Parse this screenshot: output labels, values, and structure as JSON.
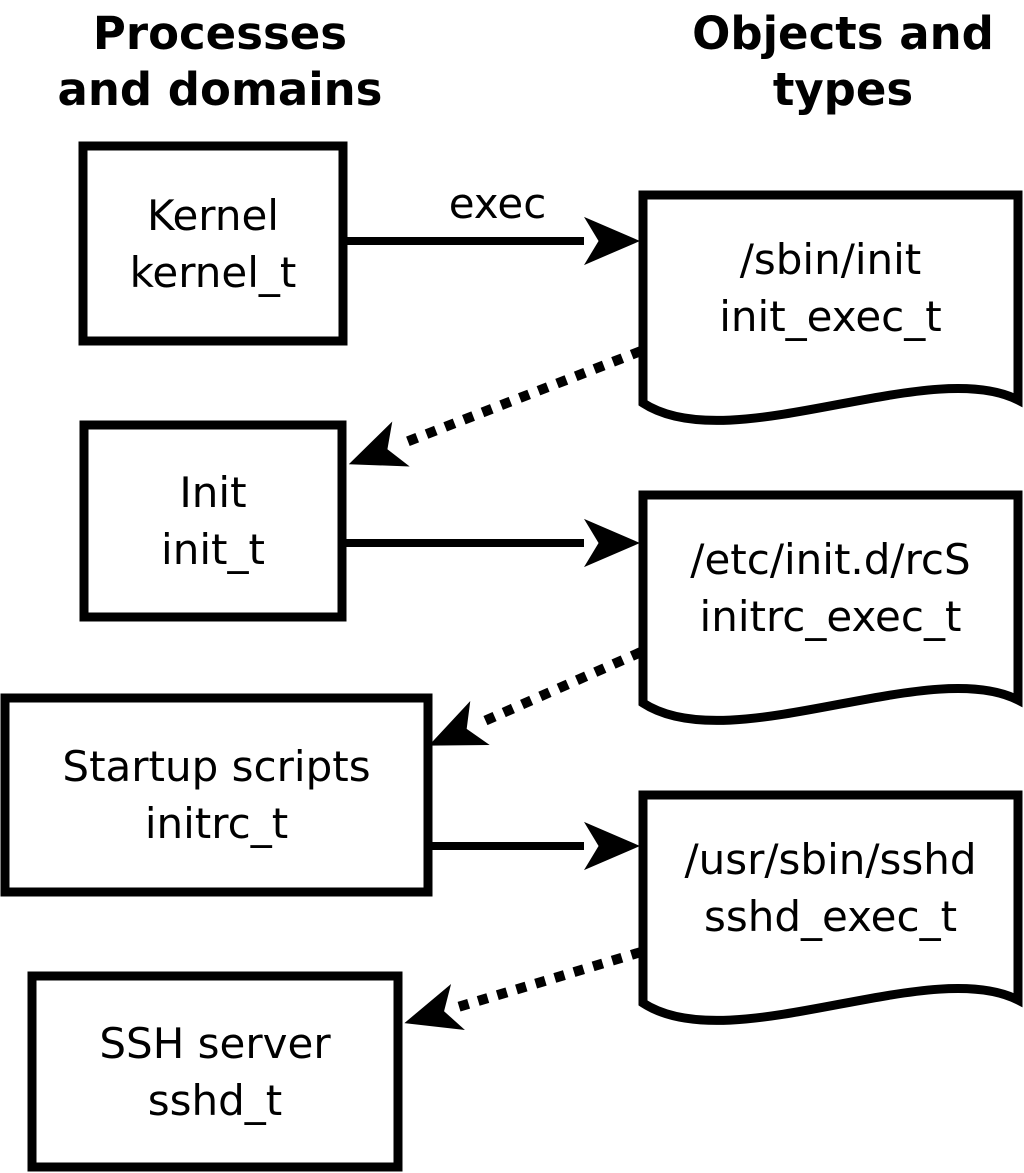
{
  "headers": {
    "left": "Processes\nand domains",
    "right": "Objects and\ntypes"
  },
  "process_nodes": [
    {
      "label": "Kernel",
      "domain": "kernel_t"
    },
    {
      "label": "Init",
      "domain": "init_t"
    },
    {
      "label": "Startup scripts",
      "domain": "initrc_t"
    },
    {
      "label": "SSH server",
      "domain": "sshd_t"
    }
  ],
  "object_nodes": [
    {
      "label": "/sbin/init",
      "type": "init_exec_t"
    },
    {
      "label": "/etc/init.d/rcS",
      "type": "initrc_exec_t"
    },
    {
      "label": "/usr/sbin/sshd",
      "type": "sshd_exec_t"
    }
  ],
  "edge_labels": {
    "exec": "exec"
  },
  "colors": {
    "line": "#000000",
    "background": "#ffffff",
    "text": "#000000"
  }
}
